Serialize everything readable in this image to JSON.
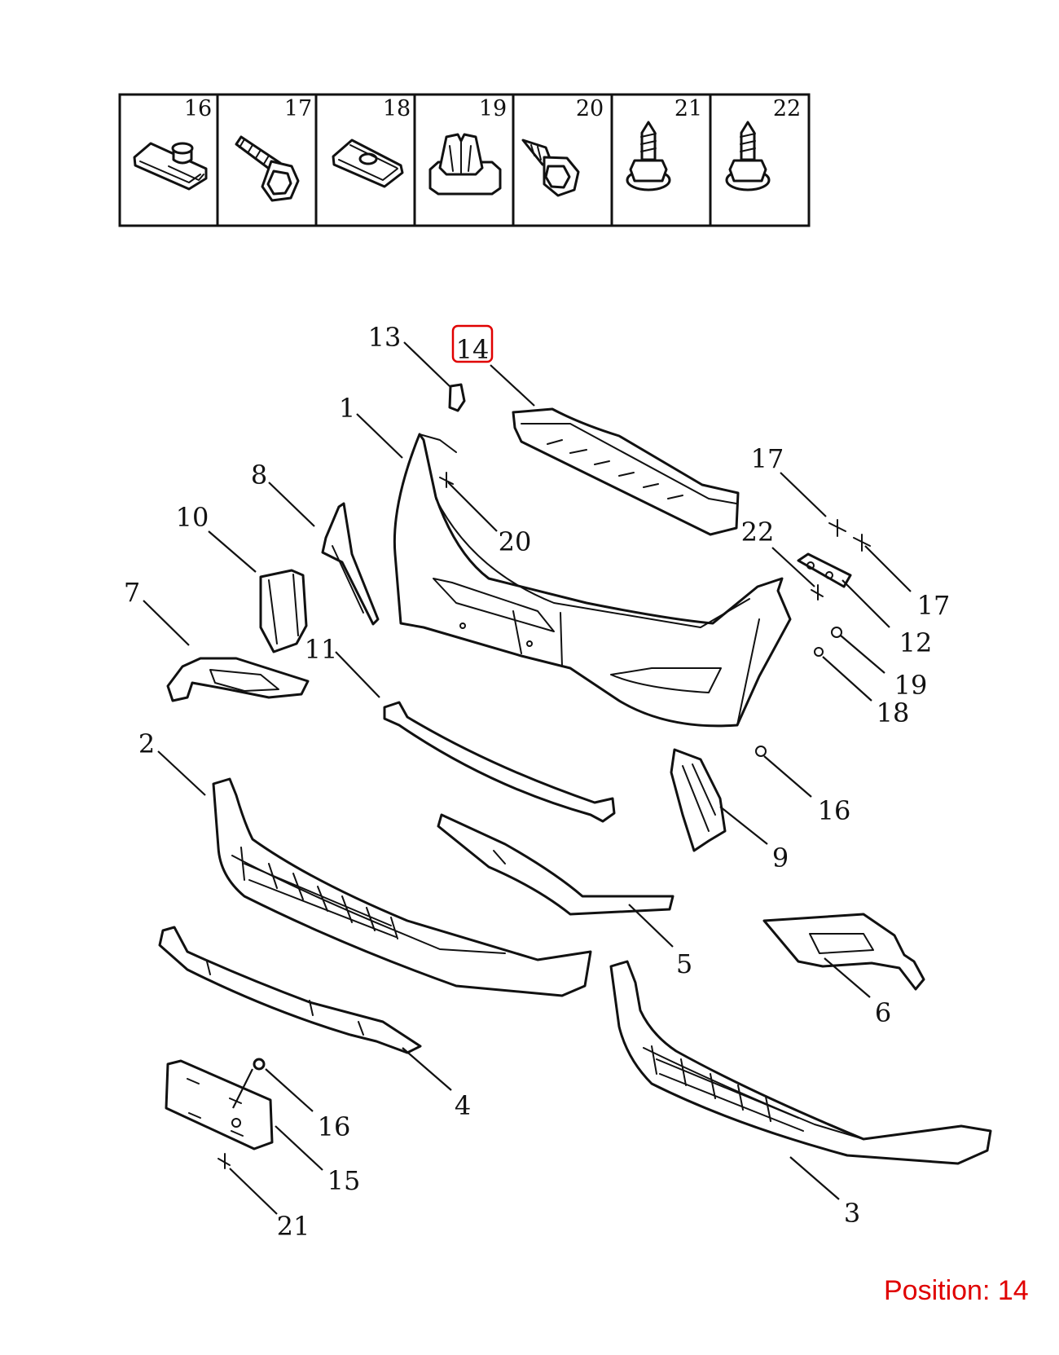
{
  "fastener_table": {
    "cells": [
      {
        "number": "16",
        "icon": "clip-nut-icon"
      },
      {
        "number": "17",
        "icon": "hex-bolt-icon"
      },
      {
        "number": "18",
        "icon": "spring-clip-icon"
      },
      {
        "number": "19",
        "icon": "retainer-clip-icon"
      },
      {
        "number": "20",
        "icon": "tapping-screw-icon"
      },
      {
        "number": "21",
        "icon": "flange-screw-icon"
      },
      {
        "number": "22",
        "icon": "flange-screw-icon"
      }
    ]
  },
  "callouts": [
    {
      "id": "c13",
      "label": "13"
    },
    {
      "id": "c14",
      "label": "14",
      "highlighted": true
    },
    {
      "id": "c1",
      "label": "1"
    },
    {
      "id": "c8",
      "label": "8"
    },
    {
      "id": "c10",
      "label": "10"
    },
    {
      "id": "c7",
      "label": "7"
    },
    {
      "id": "c20",
      "label": "20"
    },
    {
      "id": "c17a",
      "label": "17"
    },
    {
      "id": "c22",
      "label": "22"
    },
    {
      "id": "c17b",
      "label": "17"
    },
    {
      "id": "c12",
      "label": "12"
    },
    {
      "id": "c19",
      "label": "19"
    },
    {
      "id": "c18",
      "label": "18"
    },
    {
      "id": "c11",
      "label": "11"
    },
    {
      "id": "c16a",
      "label": "16"
    },
    {
      "id": "c9",
      "label": "9"
    },
    {
      "id": "c2",
      "label": "2"
    },
    {
      "id": "c5",
      "label": "5"
    },
    {
      "id": "c6",
      "label": "6"
    },
    {
      "id": "c4",
      "label": "4"
    },
    {
      "id": "c16b",
      "label": "16"
    },
    {
      "id": "c15",
      "label": "15"
    },
    {
      "id": "c21",
      "label": "21"
    },
    {
      "id": "c3",
      "label": "3"
    }
  ],
  "position_label": "Position: 14",
  "colors": {
    "line": "#111111",
    "highlight": "#e00000"
  }
}
